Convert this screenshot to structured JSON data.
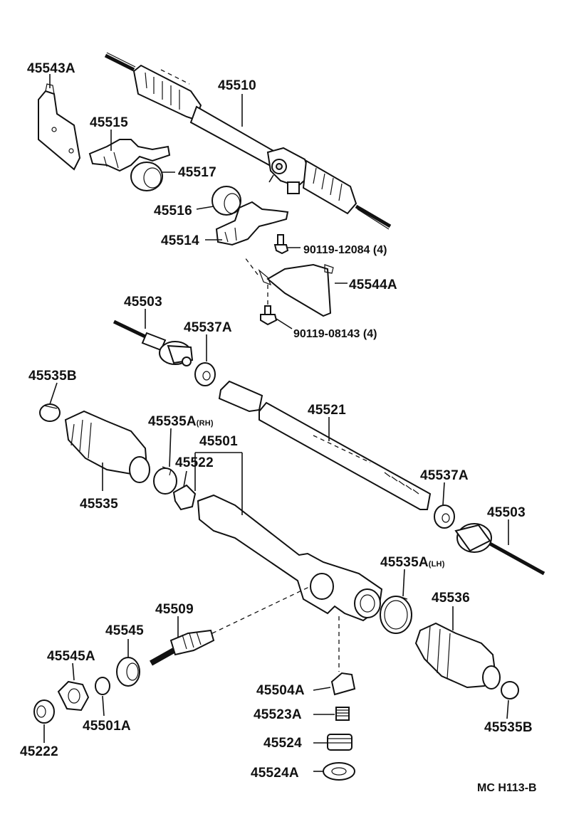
{
  "labels": {
    "p45543A": "45543A",
    "p45510": "45510",
    "p45515": "45515",
    "p45517": "45517",
    "p45516": "45516",
    "p45514": "45514",
    "p90119_12084": "90119-12084 (4)",
    "p45544A": "45544A",
    "p45503_top": "45503",
    "p45537A_top": "45537A",
    "p90119_08143": "90119-08143 (4)",
    "p45535B_left": "45535B",
    "p45535A_rh": "45535A",
    "p45535A_rh_sub": "(RH)",
    "p45501": "45501",
    "p45521": "45521",
    "p45522": "45522",
    "p45535": "45535",
    "p45537A_right": "45537A",
    "p45503_right": "45503",
    "p45535A_lh": "45535A",
    "p45535A_lh_sub": "(LH)",
    "p45509": "45509",
    "p45536": "45536",
    "p45545": "45545",
    "p45545A": "45545A",
    "p45501A": "45501A",
    "p45222": "45222",
    "p45504A": "45504A",
    "p45523A": "45523A",
    "p45524": "45524",
    "p45524A": "45524A",
    "p45535B_right": "45535B"
  },
  "footer": {
    "code": "MC H113-B"
  }
}
